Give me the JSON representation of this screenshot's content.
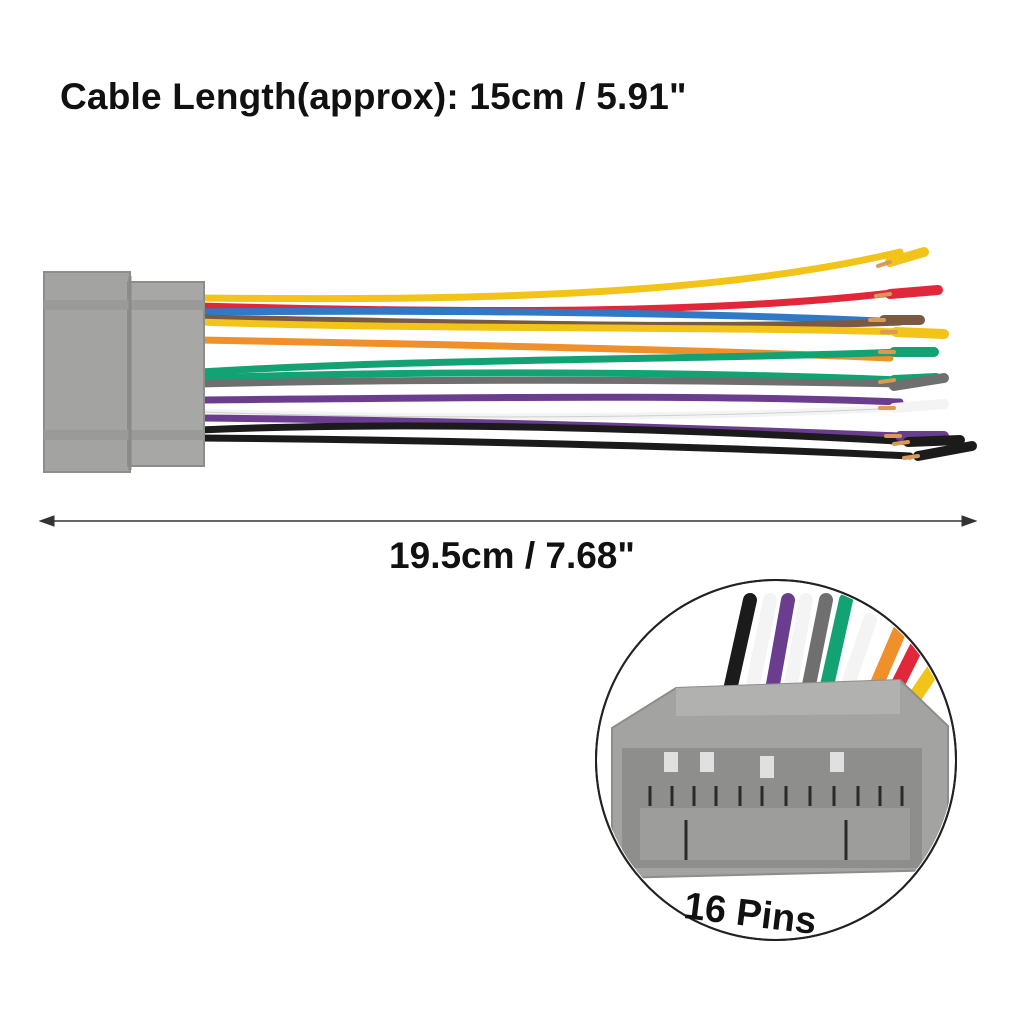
{
  "caption": {
    "cable_length": "Cable Length(approx): 15cm / 5.91\"",
    "overall_length": "19.5cm / 7.68\"",
    "pin_count": "16 Pins"
  },
  "colors": {
    "connector": "#a3a3a1",
    "connector_shade": "#8d8d8b",
    "wire_yellow": "#f2c318",
    "wire_red": "#e1283a",
    "wire_blue": "#2f79c7",
    "wire_brown": "#7a5a42",
    "wire_orange": "#f0902a",
    "wire_green": "#13a273",
    "wire_gray": "#6f6f6f",
    "wire_purple": "#6a3d8e",
    "wire_white": "#f4f4f4",
    "wire_black": "#1b1b1b",
    "copper": "#d99a55"
  }
}
